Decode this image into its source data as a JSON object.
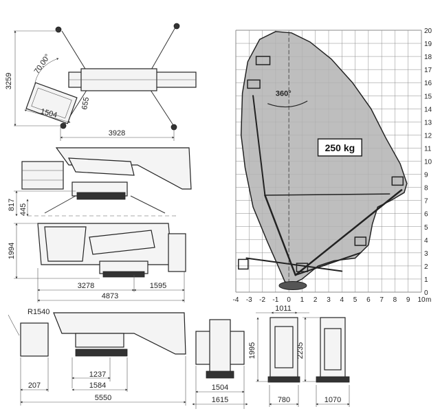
{
  "dimensions": {
    "top_view": {
      "height": "3259",
      "angle": "70,00°",
      "basket_w": "1504",
      "basket_d": "655",
      "width": "3928"
    },
    "side_low": {
      "h1": "817",
      "h2": "445"
    },
    "side_mid": {
      "height": "1994",
      "len_a": "3278",
      "len_b": "1595",
      "len_total": "4873"
    },
    "side_bottom": {
      "radius": "R1540",
      "len_a": "207",
      "len_b": "1237",
      "len_c": "1584",
      "len_total": "5550"
    },
    "front_view": {
      "top": "1011",
      "height": "1995",
      "basket": "1504",
      "width": "1615"
    },
    "rear_view_a": {
      "width": "780"
    },
    "rear_view_b": {
      "height": "2235",
      "width": "1070"
    }
  },
  "chart": {
    "rotation_label": "360°",
    "load_label": "250 kg",
    "unit_label": "m",
    "x_ticks": [
      "-4",
      "-3",
      "-2",
      "-1",
      "0",
      "1",
      "2",
      "3",
      "4",
      "5",
      "6",
      "7",
      "8",
      "9",
      "10"
    ],
    "y_ticks": [
      "0",
      "1",
      "2",
      "3",
      "4",
      "5",
      "6",
      "7",
      "8",
      "9",
      "10",
      "11",
      "12",
      "13",
      "14",
      "15",
      "16",
      "17",
      "18",
      "19",
      "20"
    ]
  },
  "chart_data": {
    "type": "area",
    "title": "",
    "xlabel": "m",
    "ylabel": "",
    "xlim": [
      -4,
      10
    ],
    "ylim": [
      0,
      20
    ],
    "grid": true,
    "annotations": [
      "360°",
      "250 kg"
    ],
    "working_envelope": [
      [
        -0.3,
        0.8
      ],
      [
        -0.9,
        2.2
      ],
      [
        -1.6,
        3.8
      ],
      [
        -2.7,
        6.5
      ],
      [
        -3.3,
        9.5
      ],
      [
        -3.6,
        12.0
      ],
      [
        -3.5,
        15.2
      ],
      [
        -3.1,
        17.6
      ],
      [
        -2.2,
        19.3
      ],
      [
        -1.0,
        19.9
      ],
      [
        0.2,
        19.8
      ],
      [
        1.6,
        19.1
      ],
      [
        3.2,
        17.8
      ],
      [
        4.8,
        16.0
      ],
      [
        6.2,
        14.0
      ],
      [
        7.3,
        11.8
      ],
      [
        8.4,
        9.8
      ],
      [
        8.9,
        8.3
      ],
      [
        8.7,
        7.6
      ],
      [
        7.7,
        7.0
      ],
      [
        6.7,
        6.5
      ],
      [
        6.3,
        5.2
      ],
      [
        6.0,
        3.6
      ],
      [
        5.0,
        2.6
      ],
      [
        3.4,
        2.4
      ],
      [
        2.2,
        2.0
      ],
      [
        1.0,
        1.0
      ],
      [
        0.2,
        0.6
      ]
    ]
  }
}
